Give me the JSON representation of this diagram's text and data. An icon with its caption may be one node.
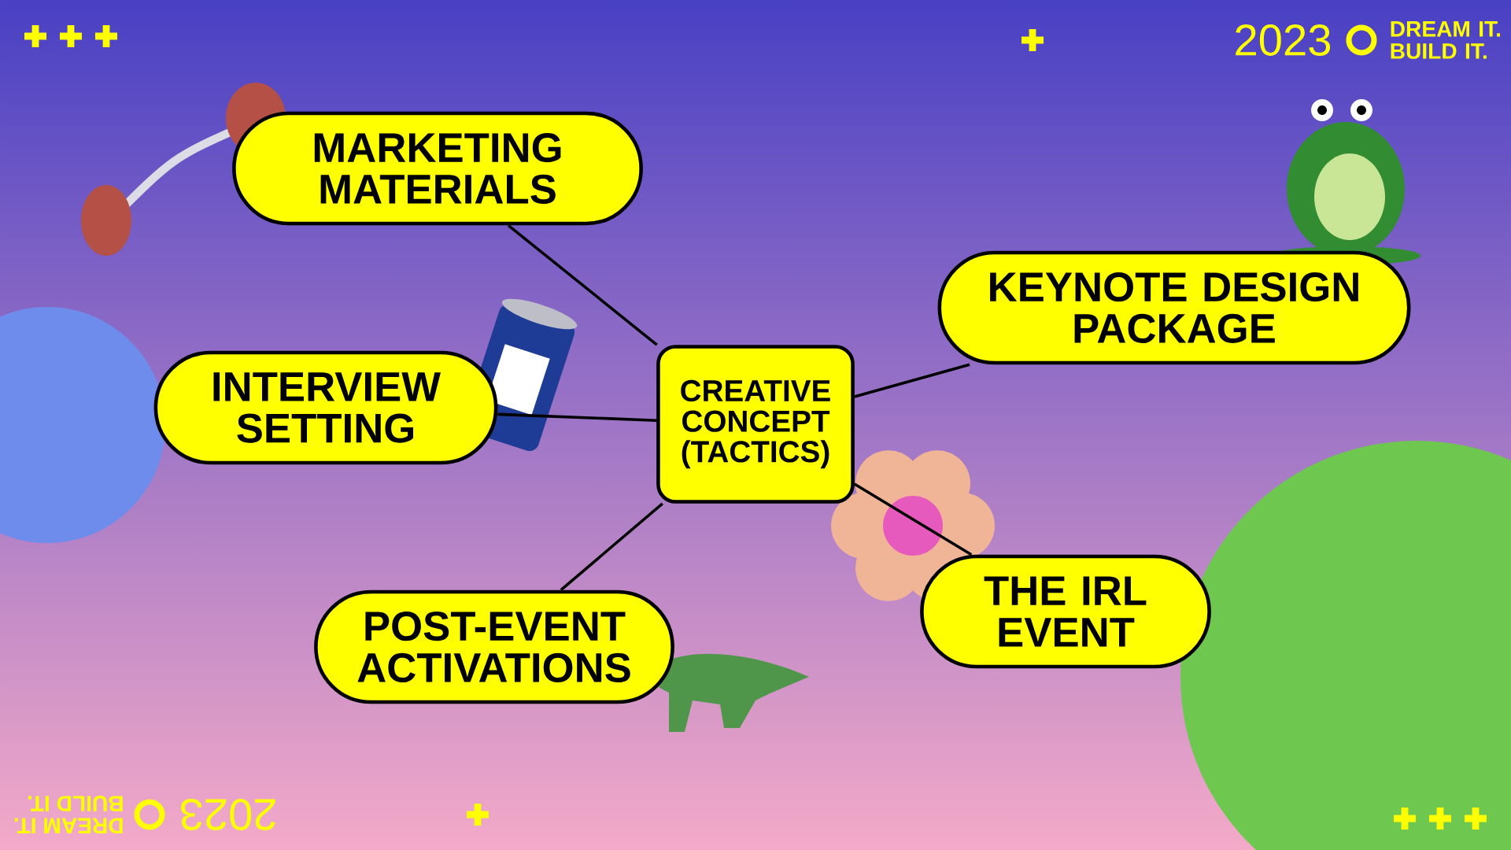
{
  "diagram": {
    "nodes": [
      {
        "text": [
          "MARKETING MATERIALS"
        ]
      },
      {
        "text": [
          "KEYNOTE DESIGN PACKAGE"
        ]
      },
      {
        "text": [
          "INTERVIEW SETTING"
        ]
      },
      {
        "text": [
          "CREATIVE CONCEPT (TACTICS)"
        ]
      },
      {
        "text": [
          "THE IRL EVENT"
        ]
      },
      {
        "text": [
          "POST-EVENT ACTIVATIONS"
        ]
      }
    ],
    "edges": [
      {
        "from": 3,
        "to": 0,
        "arrow": "none"
      },
      {
        "from": 3,
        "to": 1,
        "arrow": "none"
      },
      {
        "from": 3,
        "to": 2,
        "arrow": "none"
      },
      {
        "from": 3,
        "to": 4,
        "arrow": "none"
      },
      {
        "from": 3,
        "to": 5,
        "arrow": "none"
      }
    ],
    "labels": [
      "2023",
      "DREAM IT. BUILD IT.",
      "DREAM IT. BUILD IT.",
      "2023"
    ]
  }
}
